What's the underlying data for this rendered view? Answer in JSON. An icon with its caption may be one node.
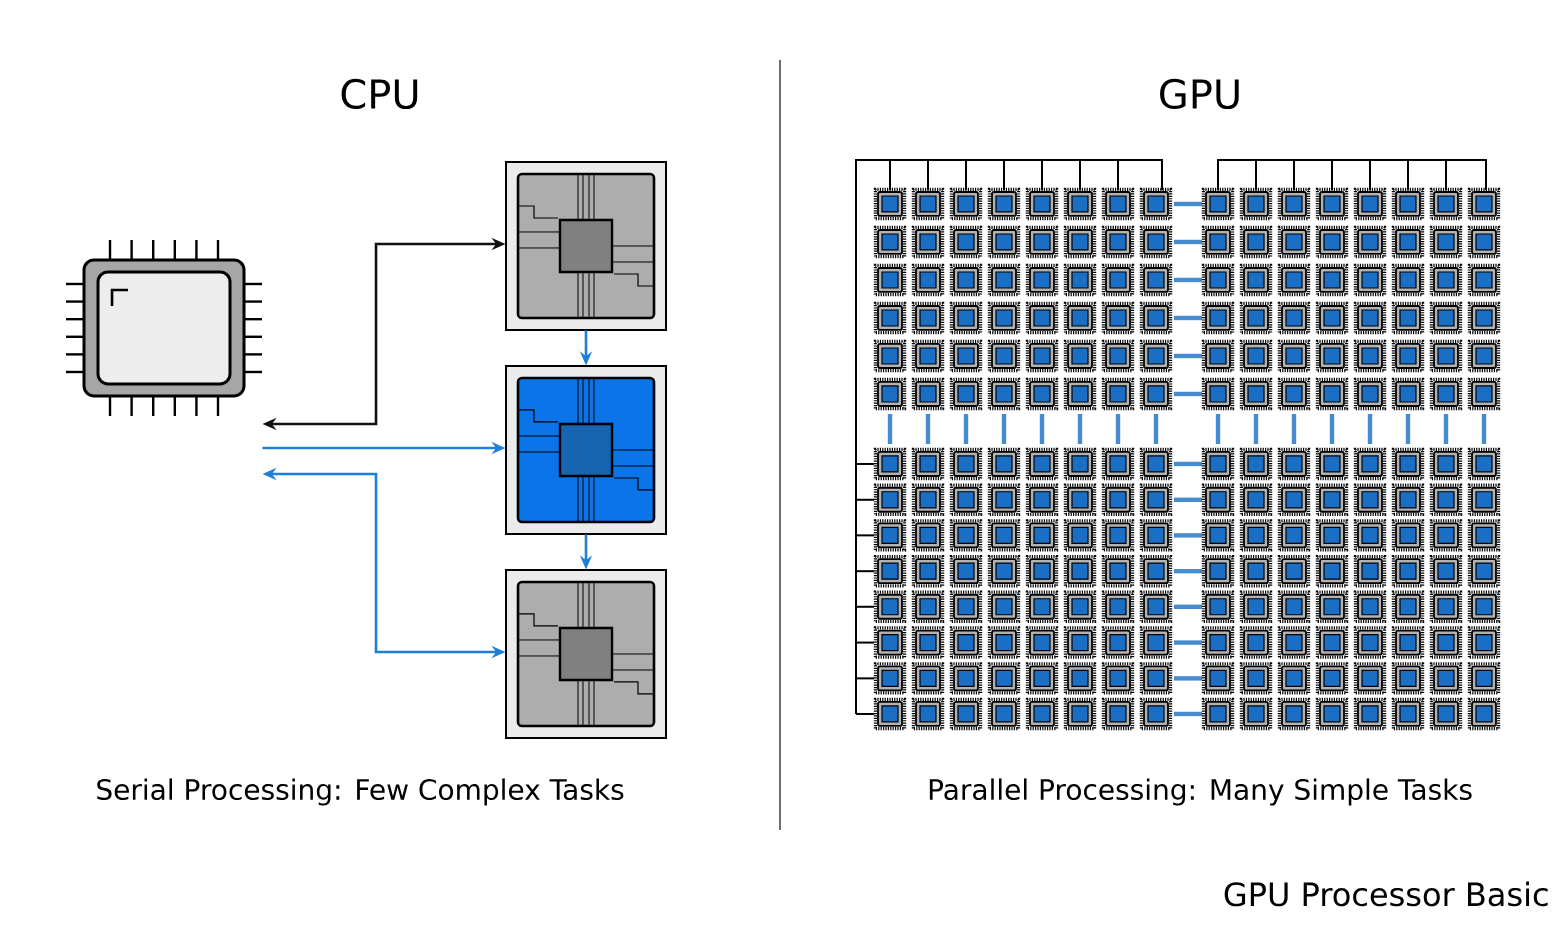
{
  "diagram": {
    "caption": "GPU Processor Basic",
    "nodes": [
      {
        "text": [],
        "shape": "picture"
      },
      {
        "text": [],
        "shape": "picture"
      },
      {
        "text": [],
        "shape": "picture"
      },
      {
        "text": [],
        "shape": "picture"
      }
    ],
    "edges": [
      {
        "from": 0,
        "to": 1,
        "arrow": "both",
        "color": "#111111"
      },
      {
        "from": 0,
        "to": 2,
        "arrow": "to"
      },
      {
        "from": 0,
        "to": 3,
        "arrow": "both"
      },
      {
        "from": 1,
        "to": 2,
        "arrow": "to"
      },
      {
        "from": 2,
        "to": 3,
        "arrow": "to"
      }
    ],
    "labels": [
      "CPU",
      "GPU",
      "Serial Processing: Few Complex Tasks",
      "Parallel Processing: Many Simple Tasks"
    ]
  }
}
